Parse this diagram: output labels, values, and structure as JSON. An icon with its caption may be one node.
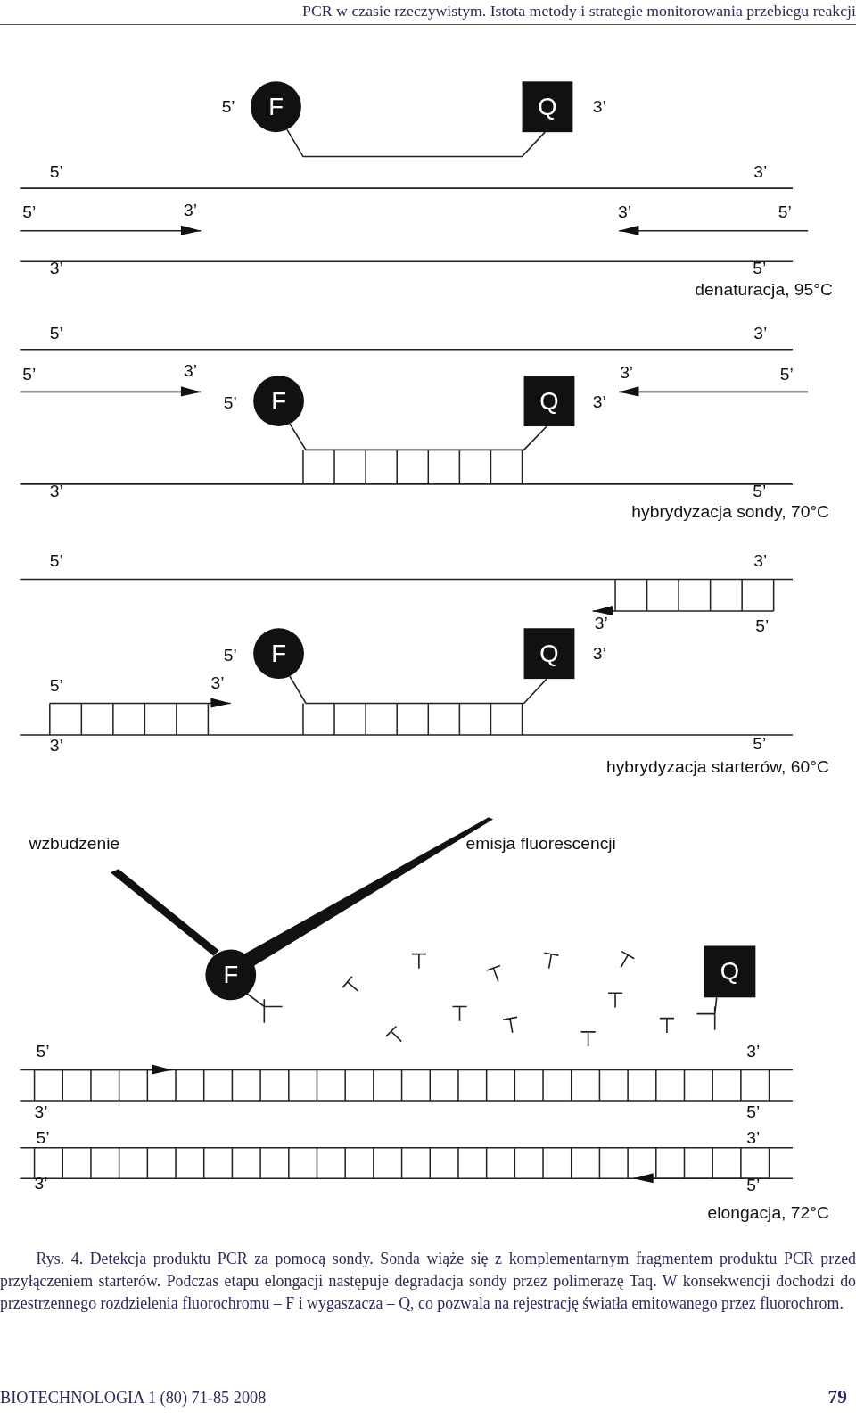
{
  "diagram": {
    "caption": "Rys. 4. Detekcja produktu PCR za pomocą sondy. Sonda wiąże się z komplementarnym fragmentem produktu PCR przed przyłączeniem starterów. Podczas etapu elongacji następuje degradacja sondy przez polimerazę Taq. W konsekwencji dochodzi do przestrzennego rozdzielenia fluorochromu – F i wygaszacza – Q, co pozwala na rejestrację światła emitowanego przez fluorochrom.",
    "nodes": [
      {
        "text": [
          "F"
        ]
      },
      {
        "text": [
          "Q"
        ]
      },
      {
        "text": [
          "F"
        ]
      },
      {
        "text": [
          "Q"
        ]
      },
      {
        "text": [
          "F"
        ]
      },
      {
        "text": [
          "Q"
        ]
      },
      {
        "text": [
          "F"
        ]
      },
      {
        "text": [
          "Q"
        ]
      }
    ],
    "edges": [
      {
        "from": 0,
        "to": 1,
        "arrow": "none"
      },
      {
        "from": 2,
        "to": 3,
        "arrow": "none"
      },
      {
        "from": 4,
        "to": 5,
        "arrow": "none"
      }
    ],
    "labels": [
      "PCR w czasie rzeczywistym. Istota metody i strategie monitorowania przebiegu reakcji",
      "5’",
      "3’",
      "5’",
      "3’",
      "5’",
      "3’",
      "3’",
      "5’",
      "3’",
      "5’",
      "denaturacja, 95°C",
      "5’",
      "3’",
      "5’",
      "3’",
      "3’",
      "5’",
      "5’",
      "3’",
      "3’",
      "5’",
      "hybrydyzacja sondy, 70°C",
      "5’",
      "3’",
      "3’",
      "5’",
      "5’",
      "3’",
      "5’",
      "3’",
      "3’",
      "5’",
      "hybrydyzacja starterów, 60°C",
      "wzbudzenie",
      "emisja fluorescencji",
      "5’",
      "3’",
      "3’",
      "5’",
      "5’",
      "3’",
      "3’",
      "5’",
      "elongacja, 72°C",
      "BIOTECHNOLOGIA 1 (80) 71-85 2008",
      "79"
    ]
  }
}
